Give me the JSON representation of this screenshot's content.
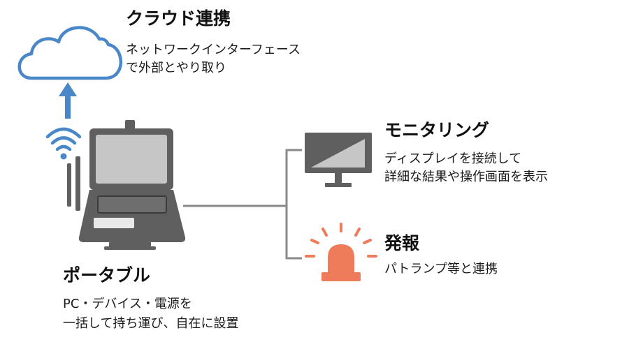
{
  "cloud": {
    "title": "クラウド連携",
    "desc_line1": "ネットワークインターフェース",
    "desc_line2": "で外部とやり取り"
  },
  "monitoring": {
    "title": "モニタリング",
    "desc_line1": "ディスプレイを接続して",
    "desc_line2": "詳細な結果や操作画面を表示"
  },
  "alert": {
    "title": "発報",
    "desc_line1": "パトランプ等と連携"
  },
  "portable": {
    "title": "ポータブル",
    "desc_line1": "PC・デバイス・電源を",
    "desc_line2": "一括して持ち運び、自在に設置"
  },
  "colors": {
    "cloud_blue": "#4a87c8",
    "device_gray": "#5f5f5f",
    "line_gray": "#8a8a8a",
    "alert_orange": "#ee7c5a"
  }
}
